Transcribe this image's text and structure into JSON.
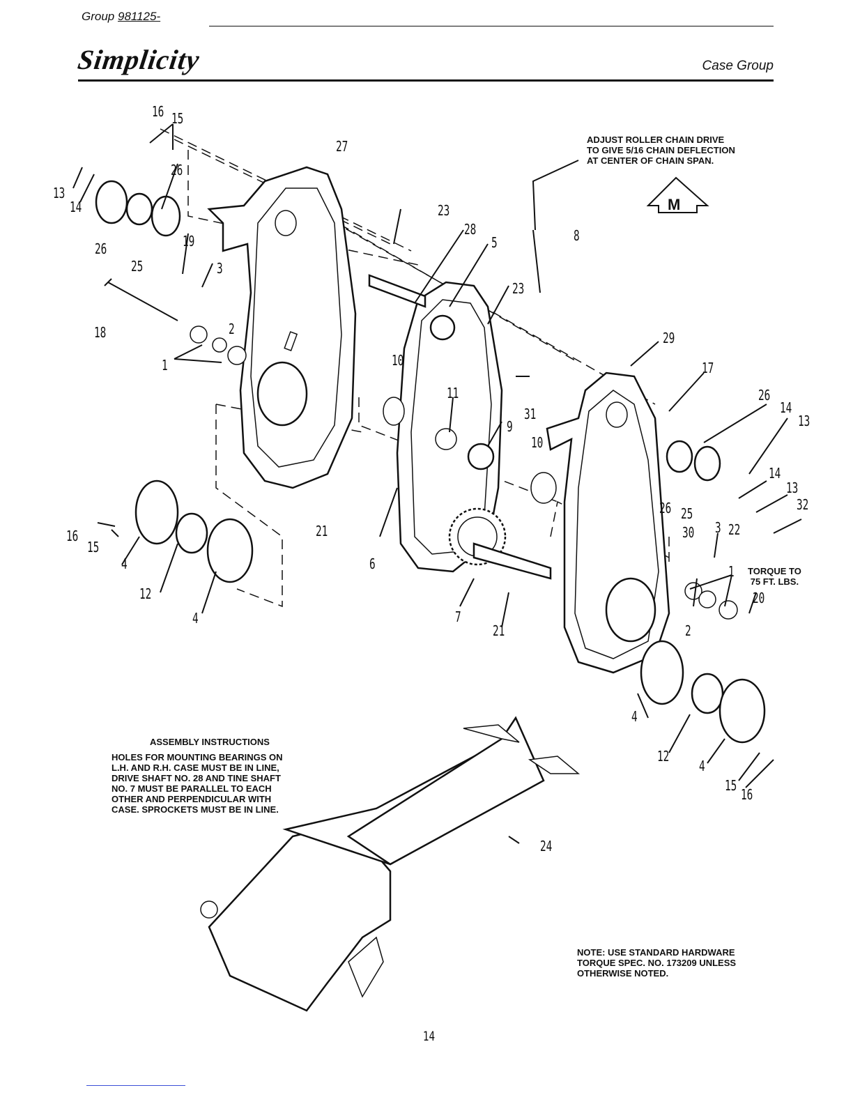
{
  "header": {
    "group_label": "Group",
    "group_number": "981125-",
    "brand": "Simplicity",
    "section_title": "Case Group"
  },
  "notes": {
    "chain_adjust": [
      "ADJUST ROLLER CHAIN DRIVE",
      "TO GIVE 5/16 CHAIN DEFLECTION",
      "AT CENTER OF CHAIN SPAN."
    ],
    "m_symbol": "M",
    "torque": [
      "TORQUE TO",
      "75 FT. LBS."
    ],
    "assembly_title": "ASSEMBLY INSTRUCTIONS",
    "assembly_body": [
      "HOLES FOR MOUNTING BEARINGS ON",
      "L.H. AND R.H. CASE MUST BE IN LINE,",
      "DRIVE SHAFT NO. 28 AND TINE SHAFT",
      "NO. 7 MUST BE PARALLEL TO EACH",
      "OTHER AND PERPENDICULAR WITH",
      "CASE. SPROCKETS MUST BE IN LINE."
    ],
    "hardware_note": [
      "NOTE: USE STANDARD HARDWARE",
      "TORQUE SPEC. NO. 173209 UNLESS",
      "OTHERWISE NOTED."
    ]
  },
  "callouts": [
    "16",
    "15",
    "27",
    "26",
    "13",
    "14",
    "26",
    "25",
    "19",
    "3",
    "18",
    "2",
    "1",
    "23",
    "28",
    "5",
    "8",
    "23",
    "10",
    "11",
    "31",
    "9",
    "29",
    "17",
    "26",
    "14",
    "13",
    "10",
    "21",
    "16",
    "15",
    "4",
    "12",
    "4",
    "6",
    "7",
    "21",
    "26",
    "25",
    "14",
    "13",
    "32",
    "30",
    "3",
    "22",
    "1",
    "20",
    "2",
    "4",
    "12",
    "4",
    "15",
    "16",
    "24"
  ],
  "footer": {
    "page_number": "14"
  }
}
